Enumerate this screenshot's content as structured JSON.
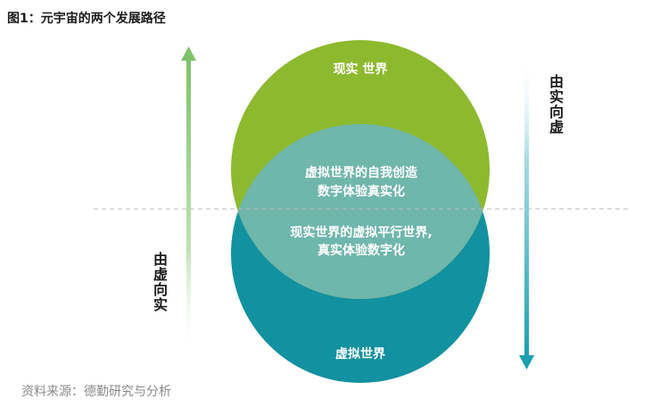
{
  "title": "图1：元宇宙的两个发展路径",
  "source": "资料来源：德勤研究与分析",
  "colors": {
    "green_circle": "#8db92e",
    "teal_circle": "#1291a0",
    "overlap": "#6fb6ab",
    "up_arrow": "#7dc36a",
    "down_arrow": "#1a9fb0"
  },
  "diagram": {
    "top_circle_label": "现实 世界",
    "bottom_circle_label": "虚拟世界",
    "overlap_upper": [
      "虚拟世界的自我创造",
      "数字体验真实化"
    ],
    "overlap_lower": [
      "现实世界的虚拟平行世界,",
      "真实体验数字化"
    ],
    "left_arrow_label": [
      "由",
      "虚",
      "向",
      "实"
    ],
    "right_arrow_label": [
      "由",
      "实",
      "向",
      "虚"
    ]
  }
}
